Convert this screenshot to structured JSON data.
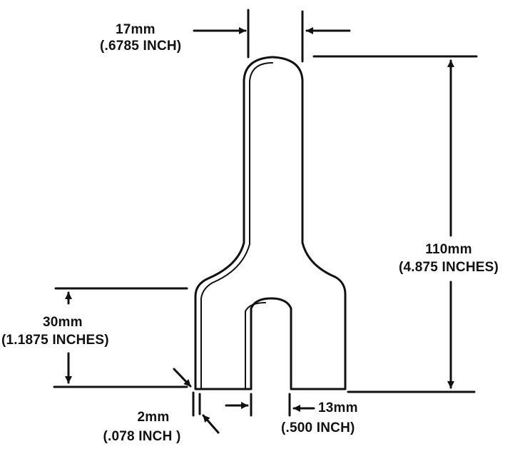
{
  "colors": {
    "ink": "#111111",
    "background": "#ffffff"
  },
  "dimensions": {
    "top_width": {
      "metric": "17mm",
      "imperial": "(.6785 INCH)"
    },
    "overall_length": {
      "metric": "110mm",
      "imperial": "(4.875 INCHES)"
    },
    "slot_depth": {
      "metric": "30mm",
      "imperial": "(1.1875 INCHES)"
    },
    "thickness": {
      "metric": "2mm",
      "imperial": "(.078 INCH )"
    },
    "slot_width": {
      "metric": "13mm",
      "imperial": "(.500 INCH)"
    }
  }
}
